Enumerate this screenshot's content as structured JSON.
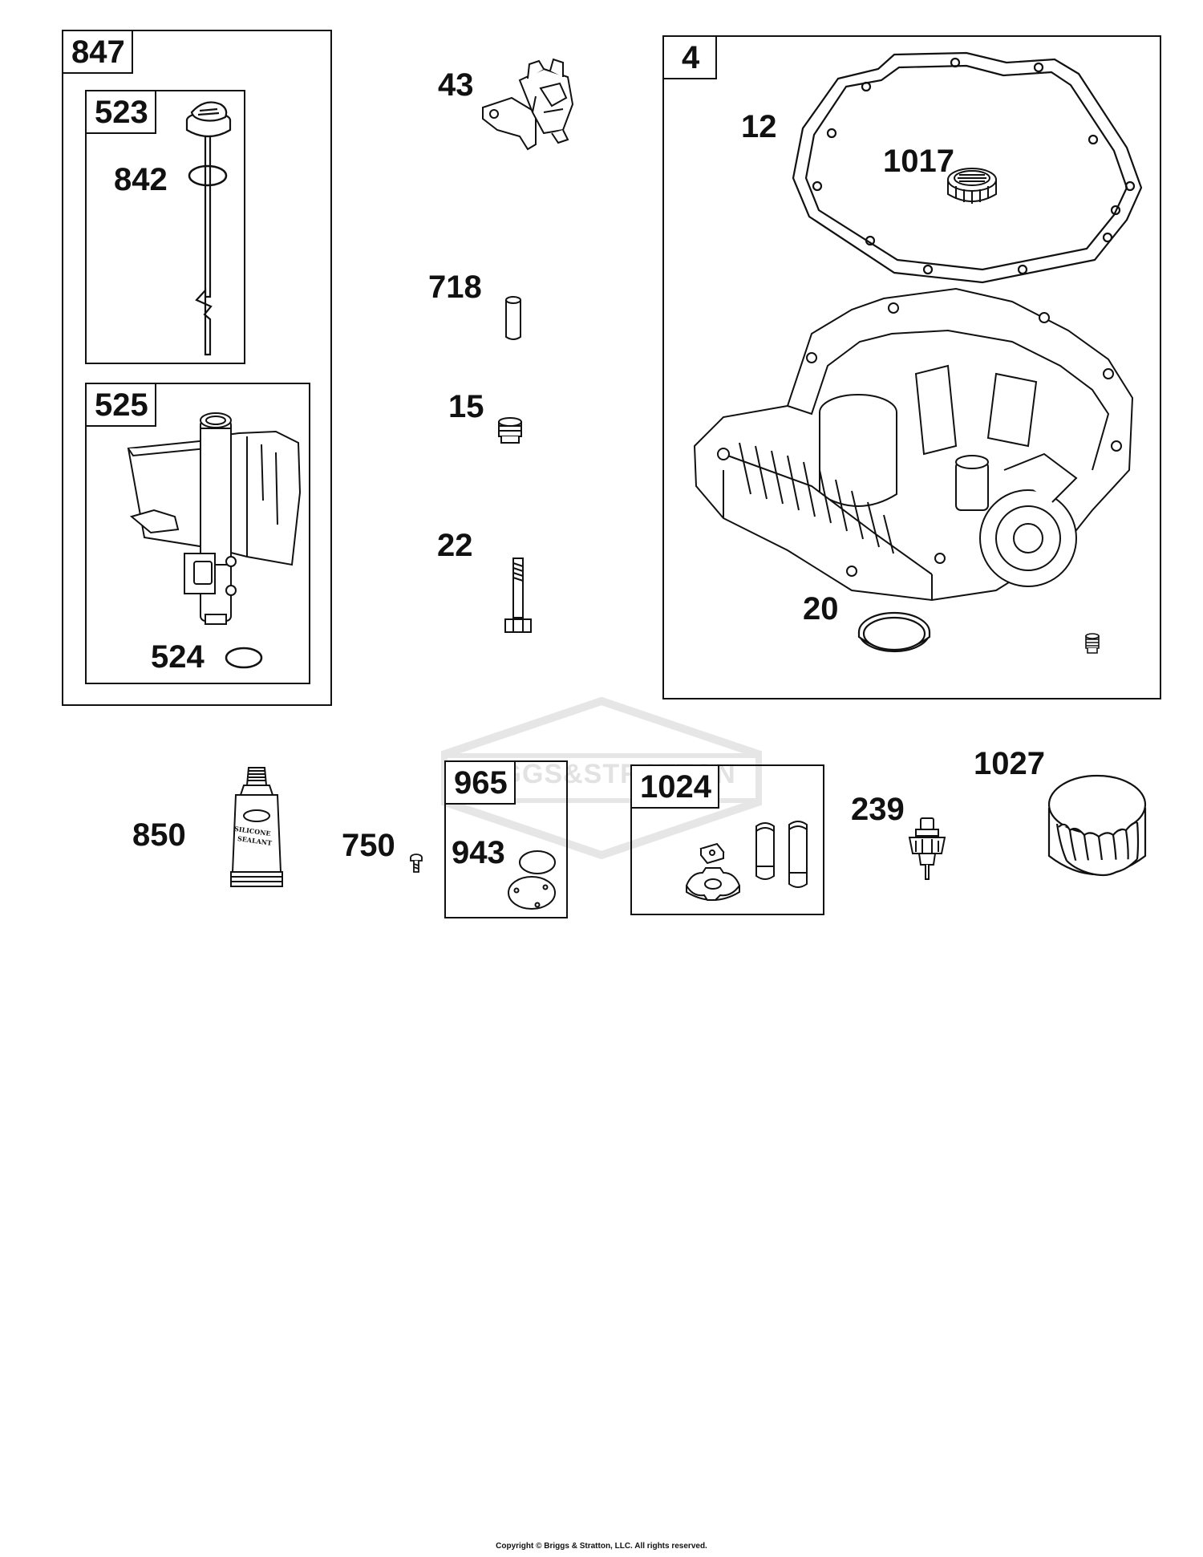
{
  "watermark": {
    "brand_text": "BRIGGS&STRATTON",
    "color": "#e6e6e6"
  },
  "kits": {
    "k847": "847",
    "k523": "523",
    "k525": "525",
    "k4": "4",
    "k965": "965",
    "k1024": "1024"
  },
  "callouts": {
    "p842": "842",
    "p524": "524",
    "p43": "43",
    "p718": "718",
    "p15": "15",
    "p22": "22",
    "p12": "12",
    "p1017": "1017",
    "p20": "20",
    "p850": "850",
    "p750": "750",
    "p943": "943",
    "p239": "239",
    "p1027": "1027"
  },
  "sealant_tube_text": [
    "SILICONE",
    "SEALANT"
  ],
  "copyright": "Copyright © Briggs & Stratton, LLC. All rights reserved.",
  "colors": {
    "line": "#111111",
    "background": "#ffffff"
  }
}
